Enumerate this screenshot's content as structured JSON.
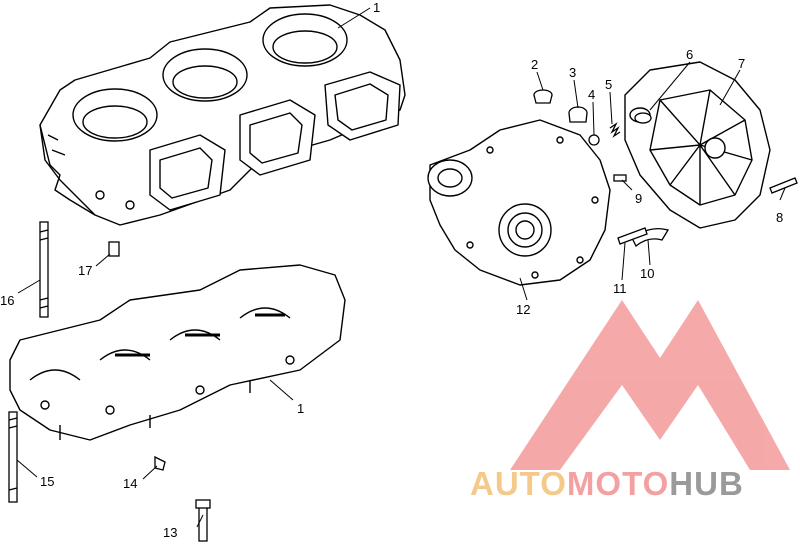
{
  "callouts": [
    {
      "id": "c1a",
      "label": "1"
    },
    {
      "id": "c2",
      "label": "2"
    },
    {
      "id": "c3",
      "label": "3"
    },
    {
      "id": "c4",
      "label": "4"
    },
    {
      "id": "c5",
      "label": "5"
    },
    {
      "id": "c6",
      "label": "6"
    },
    {
      "id": "c7",
      "label": "7"
    },
    {
      "id": "c8",
      "label": "8"
    },
    {
      "id": "c9",
      "label": "9"
    },
    {
      "id": "c10",
      "label": "10"
    },
    {
      "id": "c11",
      "label": "11"
    },
    {
      "id": "c12",
      "label": "12"
    },
    {
      "id": "c1b",
      "label": "1"
    },
    {
      "id": "c13",
      "label": "13"
    },
    {
      "id": "c14",
      "label": "14"
    },
    {
      "id": "c15",
      "label": "15"
    },
    {
      "id": "c16",
      "label": "16"
    },
    {
      "id": "c17",
      "label": "17"
    }
  ],
  "watermark": {
    "part1": "AUTO",
    "part2": "MOTO",
    "part3": "HUB",
    "colors": {
      "part1": "#f5c98a",
      "part2": "#f5a0a0",
      "part3": "#9a9a9a",
      "logo": "#f39a9a"
    }
  }
}
